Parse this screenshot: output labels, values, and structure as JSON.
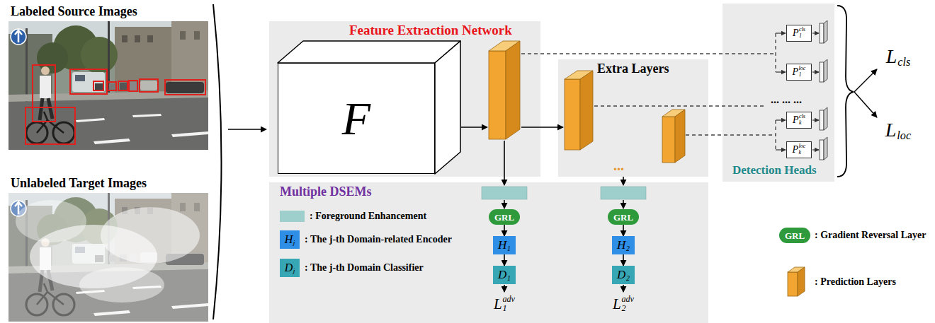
{
  "diagram": {
    "nodes": [
      {
        "text": [
          "Feature Extraction Network"
        ]
      },
      {
        "text": [
          "F"
        ],
        "in": 0
      },
      {
        "text": [
          "Extra Layers"
        ]
      },
      {
        "text": [
          "Multiple DSEMs"
        ]
      },
      {
        "text": [
          "GRL"
        ],
        "in": 3
      },
      {
        "text": [
          "H",
          "1"
        ],
        "in": 3
      },
      {
        "text": [
          "D",
          "1"
        ],
        "in": 3
      },
      {
        "text": [
          "GRL"
        ],
        "in": 3
      },
      {
        "text": [
          "H",
          "2"
        ],
        "in": 3
      },
      {
        "text": [
          "D",
          "2"
        ],
        "in": 3
      },
      {
        "text": [
          "Detection Heads"
        ]
      },
      {
        "text": [
          "P",
          "1",
          "cls"
        ],
        "in": 10
      },
      {
        "text": [
          "P",
          "1",
          "loc"
        ],
        "in": 10
      },
      {
        "text": [
          "P",
          "k",
          "cls"
        ],
        "in": 10
      },
      {
        "text": [
          "P",
          "k",
          "loc"
        ],
        "in": 10
      }
    ],
    "edges": [
      {
        "from": 4,
        "to": 5,
        "arrow": "to"
      },
      {
        "from": 5,
        "to": 6,
        "arrow": "to"
      },
      {
        "from": 7,
        "to": 8,
        "arrow": "to"
      },
      {
        "from": 8,
        "to": 9,
        "arrow": "to"
      }
    ],
    "labels": [
      "Labeled Source Images",
      "Unlabeled Target Images",
      "H",
      "j",
      "D",
      "j",
      "L",
      "1",
      "adv",
      "...",
      "L",
      "2",
      "adv",
      "... ... ...",
      "L",
      "cls",
      "L",
      "loc",
      "GRL"
    ],
    "legend": [
      {
        "text": ": Foreground Enhancement",
        "color": "#9fcfcc"
      },
      {
        "text": ": The j-th Domain-related Encoder",
        "color": "#2f8ee6"
      },
      {
        "text": ": The j-th Domain Classifier",
        "color": "#38a7b5"
      },
      {
        "text": ": Gradient Reversal Layer",
        "color": "#2e9a3c"
      },
      {
        "text": ": Prediction Layers"
      }
    ]
  }
}
